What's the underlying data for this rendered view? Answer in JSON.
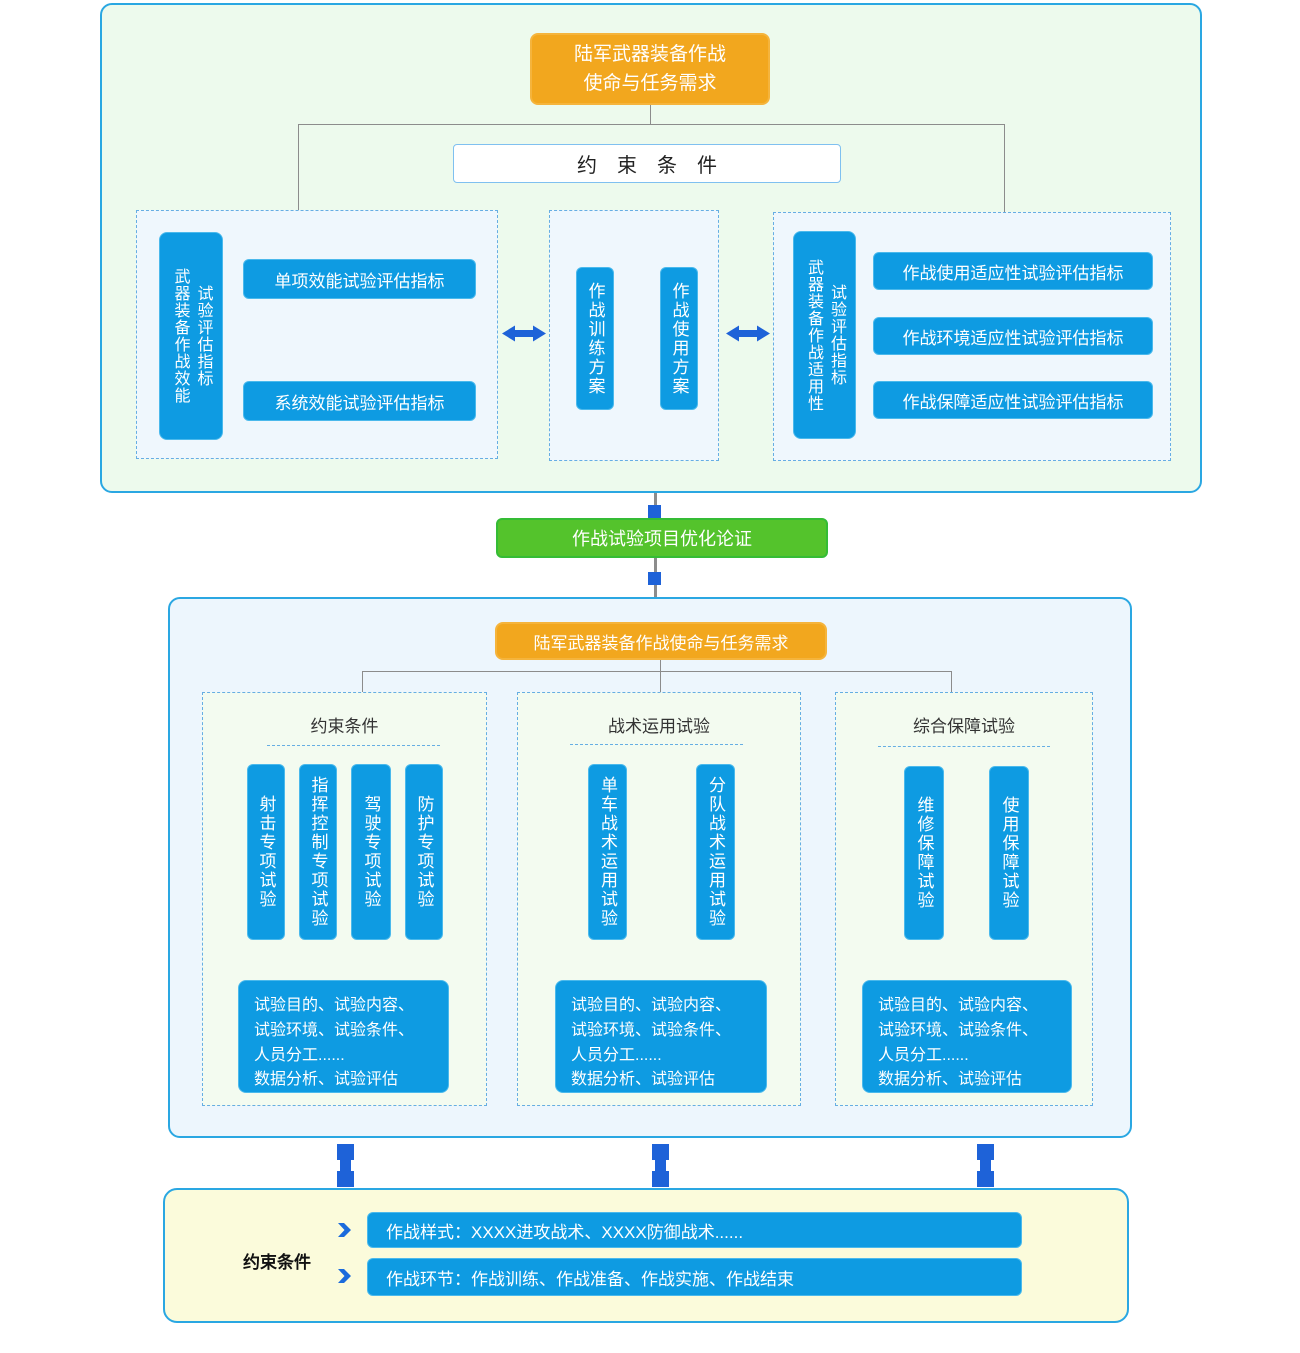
{
  "top_flow": {
    "mission_title": "陆军武器装备作战\n使命与任务需求",
    "constraint_box": "约　束　条　件",
    "effectiveness": {
      "side_col1": "武器装备作战效能",
      "side_col2": "试验评估指标",
      "items": [
        "单项效能试验评估指标",
        "系统效能试验评估指标"
      ]
    },
    "plans": {
      "items": [
        "作战训练方案",
        "作战使用方案"
      ]
    },
    "suitability": {
      "side_col1": "武器装备作战适用性",
      "side_col2": "试验评估指标",
      "items": [
        "作战使用适应性试验评估指标",
        "作战环境适应性试验评估指标",
        "作战保障适应性试验评估指标"
      ]
    }
  },
  "optimization_label": "作战试验项目优化论证",
  "middle_flow": {
    "mission_title": "陆军武器装备作战使命与任务需求",
    "columns": [
      {
        "header": "约束条件",
        "boxes": [
          "射击专项试验",
          "指挥控制专项试验",
          "驾驶专项试验",
          "防护专项试验"
        ],
        "detail": "试验目的、试验内容、\n试验环境、试验条件、\n人员分工......\n数据分析、试验评估"
      },
      {
        "header": "战术运用试验",
        "boxes": [
          "单车战术运用试验",
          "分队战术运用试验"
        ],
        "detail": "试验目的、试验内容、\n试验环境、试验条件、\n人员分工......\n数据分析、试验评估"
      },
      {
        "header": "综合保障试验",
        "boxes": [
          "维修保障试验",
          "使用保障试验"
        ],
        "detail": "试验目的、试验内容、\n试验环境、试验条件、\n人员分工......\n数据分析、试验评估"
      }
    ]
  },
  "bottom_flow": {
    "label": "约束条件",
    "rows": [
      "作战样式：XXXX进攻战术、XXXX防御战术......",
      "作战环节：作战训练、作战准备、作战实施、作战结束"
    ]
  },
  "colors": {
    "node_blue": "#0E9BE2",
    "connector_blue": "#1E62D8",
    "orange": "#F2A71E",
    "green": "#54C32C",
    "panel_border": "#2AA7E2",
    "yellow_bg": "#FBFBDB"
  }
}
